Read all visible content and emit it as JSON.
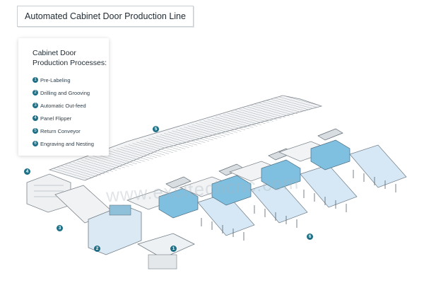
{
  "title": "Automated Cabinet Door Production Line",
  "legend": {
    "heading": "Cabinet Door Production Processes:",
    "items": [
      {
        "num": "1",
        "label": "Pre-Labeling"
      },
      {
        "num": "2",
        "label": "Drilling and Grooving"
      },
      {
        "num": "3",
        "label": "Automatic Out-feed"
      },
      {
        "num": "4",
        "label": "Panel Flipper"
      },
      {
        "num": "5",
        "label": "Return Conveyor"
      },
      {
        "num": "6",
        "label": "Engraving and Nesting"
      }
    ]
  },
  "markers": [
    "4",
    "5",
    "3",
    "2",
    "1",
    "6"
  ],
  "watermark": "www.excitechcnc.com",
  "colors": {
    "accent": "#1e6f86",
    "machine_blue": "#6fb6d8",
    "table": "#dbe9f4",
    "line": "#8f979e"
  }
}
